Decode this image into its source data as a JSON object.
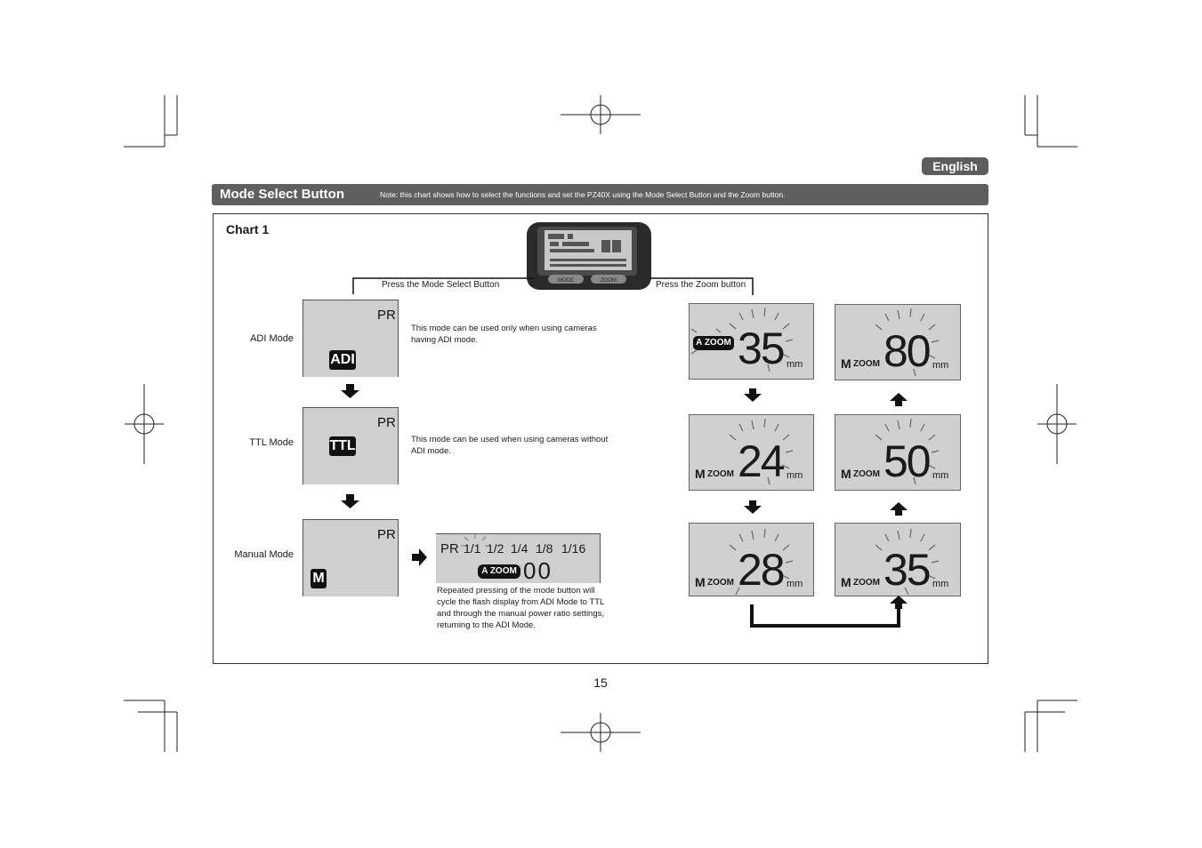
{
  "header": {
    "language_badge": "English"
  },
  "section": {
    "title": "Mode Select Button",
    "note": "Note: this chart shows how to select the functions and set the PZ40X using the Mode Select Button and the Zoom button."
  },
  "chart": {
    "title": "Chart 1",
    "press_mode_label": "Press the Mode Select Button",
    "press_zoom_label": "Press the Zoom button",
    "modes": [
      {
        "label": "ADI Mode",
        "pr": "PR",
        "badge": "ADI",
        "description": "This mode can be used only when using cameras having ADI mode."
      },
      {
        "label": "TTL Mode",
        "pr": "PR",
        "badge": "TTL",
        "description": "This mode can be used when using cameras without ADI mode."
      },
      {
        "label": "Manual Mode",
        "pr": "PR",
        "badge": "M",
        "description": ""
      }
    ],
    "manual_display": {
      "pr": "PR",
      "ratios": [
        "1/1",
        "1/2",
        "1/4",
        "1/8",
        "1/16"
      ],
      "zoom_badge": "A ZOOM",
      "digits": "00",
      "description": "Repeated pressing of the mode button will cycle the flash display from ADI Mode to TTL and through the manual power ratio settings, returning to the ADI Mode."
    },
    "zoom_sequence": [
      {
        "prefix": "A",
        "zoom": "ZOOM",
        "value": "35",
        "unit": "mm"
      },
      {
        "prefix": "M",
        "zoom": "ZOOM",
        "value": "24",
        "unit": "mm"
      },
      {
        "prefix": "M",
        "zoom": "ZOOM",
        "value": "28",
        "unit": "mm"
      },
      {
        "prefix": "M",
        "zoom": "ZOOM",
        "value": "35",
        "unit": "mm"
      },
      {
        "prefix": "M",
        "zoom": "ZOOM",
        "value": "50",
        "unit": "mm"
      },
      {
        "prefix": "M",
        "zoom": "ZOOM",
        "value": "80",
        "unit": "mm"
      }
    ]
  },
  "footer": {
    "page_number": "15"
  }
}
